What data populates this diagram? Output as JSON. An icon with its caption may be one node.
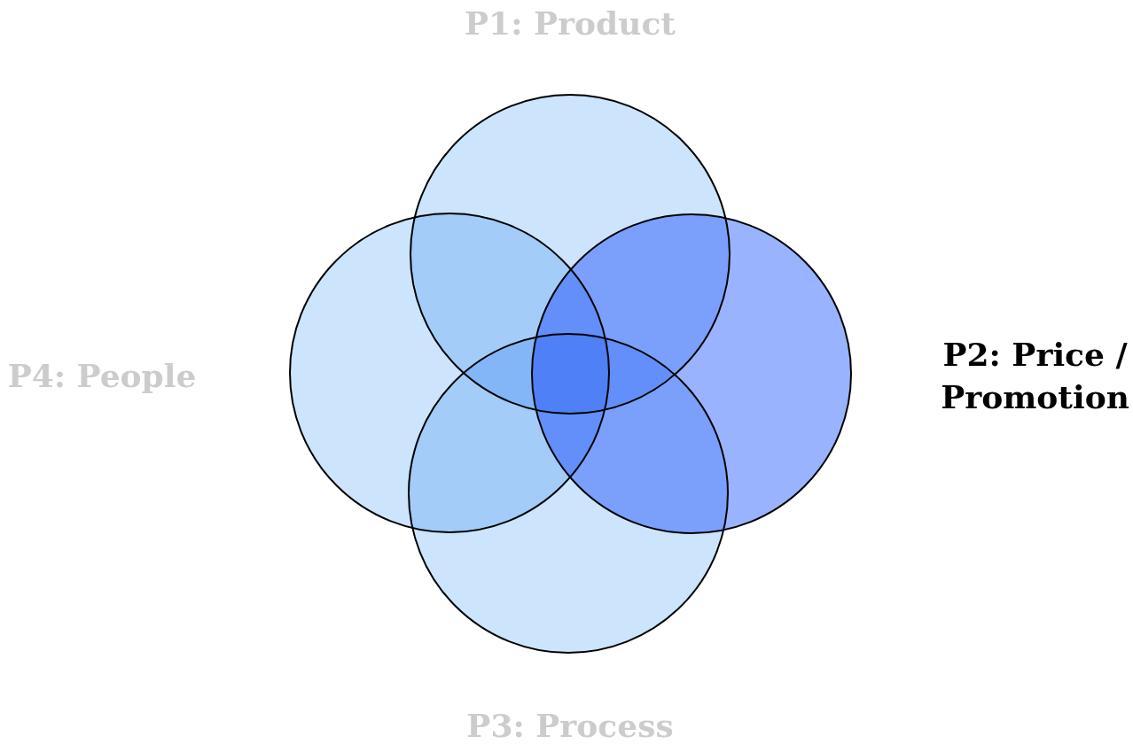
{
  "diagram": {
    "nodes": [
      {
        "text": [
          "P1: Product"
        ]
      },
      {
        "text": [
          "P4: People"
        ]
      },
      {
        "text": [
          "P2: Price / Promotion"
        ]
      },
      {
        "text": [
          "P3: Process"
        ]
      }
    ]
  }
}
